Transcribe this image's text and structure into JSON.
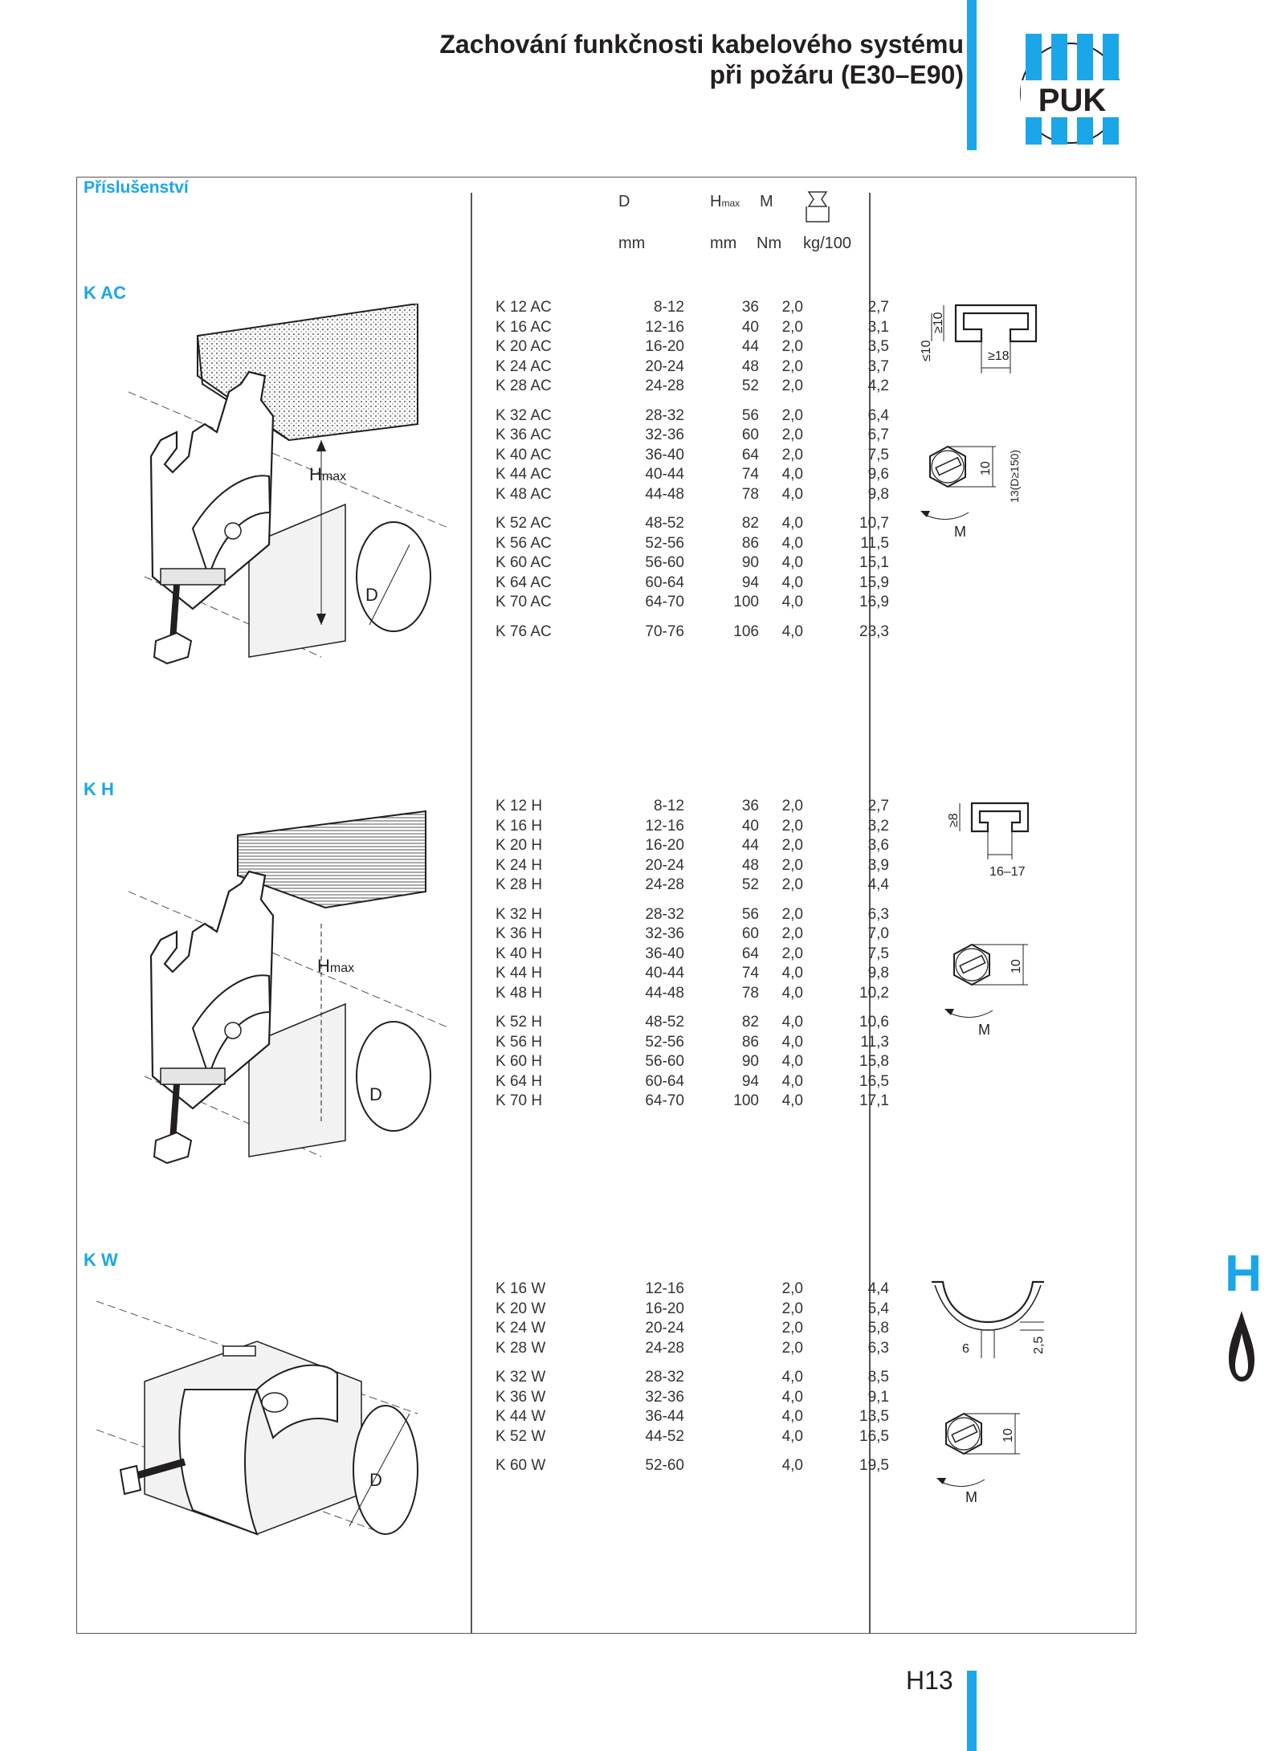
{
  "header": {
    "title_line1": "Zachování funkčnosti kabelového systému",
    "title_line2": "při požáru (E30–E90)",
    "logo_text": "PUK",
    "brand_color": "#1aa6e8"
  },
  "section_title": "Příslušenství",
  "columns": {
    "d": "D",
    "h": "H",
    "h_sub": "max",
    "m": "M",
    "weight_icon": "weight-icon",
    "unit_d": "mm",
    "unit_h": "mm",
    "unit_m": "Nm",
    "unit_kg": "kg/100"
  },
  "sections": {
    "kac": {
      "label": "K AC",
      "rows": [
        {
          "code": "K 12 AC",
          "d": "8-12",
          "h": "36",
          "m": "2,0",
          "kg": "2,7"
        },
        {
          "code": "K 16 AC",
          "d": "12-16",
          "h": "40",
          "m": "2,0",
          "kg": "3,1"
        },
        {
          "code": "K 20 AC",
          "d": "16-20",
          "h": "44",
          "m": "2,0",
          "kg": "3,5"
        },
        {
          "code": "K 24 AC",
          "d": "20-24",
          "h": "48",
          "m": "2,0",
          "kg": "3,7"
        },
        {
          "code": "K 28 AC",
          "d": "24-28",
          "h": "52",
          "m": "2,0",
          "kg": "4,2"
        },
        {
          "code": "K 32 AC",
          "d": "28-32",
          "h": "56",
          "m": "2,0",
          "kg": "6,4"
        },
        {
          "code": "K 36 AC",
          "d": "32-36",
          "h": "60",
          "m": "2,0",
          "kg": "6,7"
        },
        {
          "code": "K 40 AC",
          "d": "36-40",
          "h": "64",
          "m": "2,0",
          "kg": "7,5"
        },
        {
          "code": "K 44 AC",
          "d": "40-44",
          "h": "74",
          "m": "4,0",
          "kg": "9,6"
        },
        {
          "code": "K 48 AC",
          "d": "44-48",
          "h": "78",
          "m": "4,0",
          "kg": "9,8"
        },
        {
          "code": "K 52 AC",
          "d": "48-52",
          "h": "82",
          "m": "4,0",
          "kg": "10,7"
        },
        {
          "code": "K 56 AC",
          "d": "52-56",
          "h": "86",
          "m": "4,0",
          "kg": "11,5"
        },
        {
          "code": "K 60 AC",
          "d": "56-60",
          "h": "90",
          "m": "4,0",
          "kg": "15,1"
        },
        {
          "code": "K 64 AC",
          "d": "60-64",
          "h": "94",
          "m": "4,0",
          "kg": "15,9"
        },
        {
          "code": "K 70 AC",
          "d": "64-70",
          "h": "100",
          "m": "4,0",
          "kg": "16,9"
        },
        {
          "code": "K 76 AC",
          "d": "70-76",
          "h": "106",
          "m": "4,0",
          "kg": "23,3"
        }
      ],
      "dims": {
        "a": "≤10",
        "b": "≥10",
        "c": "≥18",
        "bolt": "10",
        "bolt_note": "13(D≥150)",
        "m": "M",
        "hmax": "H",
        "hmax_sub": "max",
        "d": "D"
      }
    },
    "kh": {
      "label": "K H",
      "rows": [
        {
          "code": "K 12 H",
          "d": "8-12",
          "h": "36",
          "m": "2,0",
          "kg": "2,7"
        },
        {
          "code": "K 16 H",
          "d": "12-16",
          "h": "40",
          "m": "2,0",
          "kg": "3,2"
        },
        {
          "code": "K 20 H",
          "d": "16-20",
          "h": "44",
          "m": "2,0",
          "kg": "3,6"
        },
        {
          "code": "K 24 H",
          "d": "20-24",
          "h": "48",
          "m": "2,0",
          "kg": "3,9"
        },
        {
          "code": "K 28 H",
          "d": "24-28",
          "h": "52",
          "m": "2,0",
          "kg": "4,4"
        },
        {
          "code": "K 32 H",
          "d": "28-32",
          "h": "56",
          "m": "2,0",
          "kg": "6,3"
        },
        {
          "code": "K 36 H",
          "d": "32-36",
          "h": "60",
          "m": "2,0",
          "kg": "7,0"
        },
        {
          "code": "K 40 H",
          "d": "36-40",
          "h": "64",
          "m": "2,0",
          "kg": "7,5"
        },
        {
          "code": "K 44 H",
          "d": "40-44",
          "h": "74",
          "m": "4,0",
          "kg": "9,8"
        },
        {
          "code": "K 48 H",
          "d": "44-48",
          "h": "78",
          "m": "4,0",
          "kg": "10,2"
        },
        {
          "code": "K 52 H",
          "d": "48-52",
          "h": "82",
          "m": "4,0",
          "kg": "10,6"
        },
        {
          "code": "K 56 H",
          "d": "52-56",
          "h": "86",
          "m": "4,0",
          "kg": "11,3"
        },
        {
          "code": "K 60 H",
          "d": "56-60",
          "h": "90",
          "m": "4,0",
          "kg": "15,8"
        },
        {
          "code": "K 64 H",
          "d": "60-64",
          "h": "94",
          "m": "4,0",
          "kg": "16,5"
        },
        {
          "code": "K 70 H",
          "d": "64-70",
          "h": "100",
          "m": "4,0",
          "kg": "17,1"
        }
      ],
      "dims": {
        "a": "≥8",
        "c": "16–17",
        "bolt": "10",
        "m": "M",
        "hmax": "H",
        "hmax_sub": "max",
        "d": "D"
      }
    },
    "kw": {
      "label": "K W",
      "rows": [
        {
          "code": "K 16 W",
          "d": "12-16",
          "h": "",
          "m": "2,0",
          "kg": "4,4"
        },
        {
          "code": "K 20 W",
          "d": "16-20",
          "h": "",
          "m": "2,0",
          "kg": "5,4"
        },
        {
          "code": "K 24 W",
          "d": "20-24",
          "h": "",
          "m": "2,0",
          "kg": "5,8"
        },
        {
          "code": "K 28 W",
          "d": "24-28",
          "h": "",
          "m": "2,0",
          "kg": "6,3"
        },
        {
          "code": "K 32 W",
          "d": "28-32",
          "h": "",
          "m": "4,0",
          "kg": "8,5"
        },
        {
          "code": "K 36 W",
          "d": "32-36",
          "h": "",
          "m": "4,0",
          "kg": "9,1"
        },
        {
          "code": "K 44 W",
          "d": "36-44",
          "h": "",
          "m": "4,0",
          "kg": "13,5"
        },
        {
          "code": "K 52 W",
          "d": "44-52",
          "h": "",
          "m": "4,0",
          "kg": "16,5"
        },
        {
          "code": "K 60 W",
          "d": "52-60",
          "h": "",
          "m": "4,0",
          "kg": "19,5"
        }
      ],
      "dims": {
        "a": "6",
        "b": "2,5",
        "bolt": "10",
        "m": "M",
        "d": "D"
      }
    }
  },
  "page_number": "H13",
  "side_tab": {
    "letter": "H",
    "icon": "flame-icon"
  }
}
